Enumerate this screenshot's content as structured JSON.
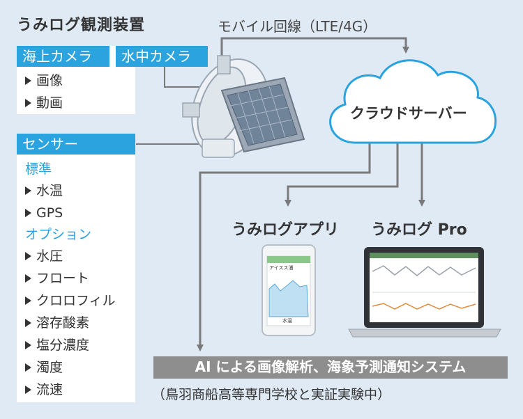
{
  "title": "うみログ観測装置",
  "camera_tabs": {
    "sea": "海上カメラ",
    "under": "水中カメラ"
  },
  "camera_items": [
    "画像",
    "動画"
  ],
  "sensor_tab": "センサー",
  "sensors": {
    "standard_label": "標準",
    "standard": [
      "水温",
      "GPS"
    ],
    "option_label": "オプション",
    "options": [
      "水圧",
      "フロート",
      "クロロフィル",
      "溶存酸素",
      "塩分濃度",
      "濁度",
      "流速"
    ]
  },
  "link_label": "モバイル回線（LTE/4G）",
  "cloud_label": "クラウドサーバー",
  "app_label": "うみログアプリ",
  "pro_label": "うみログ Pro",
  "phone_screen": {
    "title": "アイスス浦",
    "bottom": "水温"
  },
  "ai_bar": "AI による画像解析、海象予測通知システム",
  "ai_note": "（鳥羽商船高等専門学校と実証実験中）",
  "colors": {
    "background": "#dfeaf4",
    "accent": "#2aa3de",
    "line": "#7a7a7a",
    "bar": "#8e8e8e"
  }
}
